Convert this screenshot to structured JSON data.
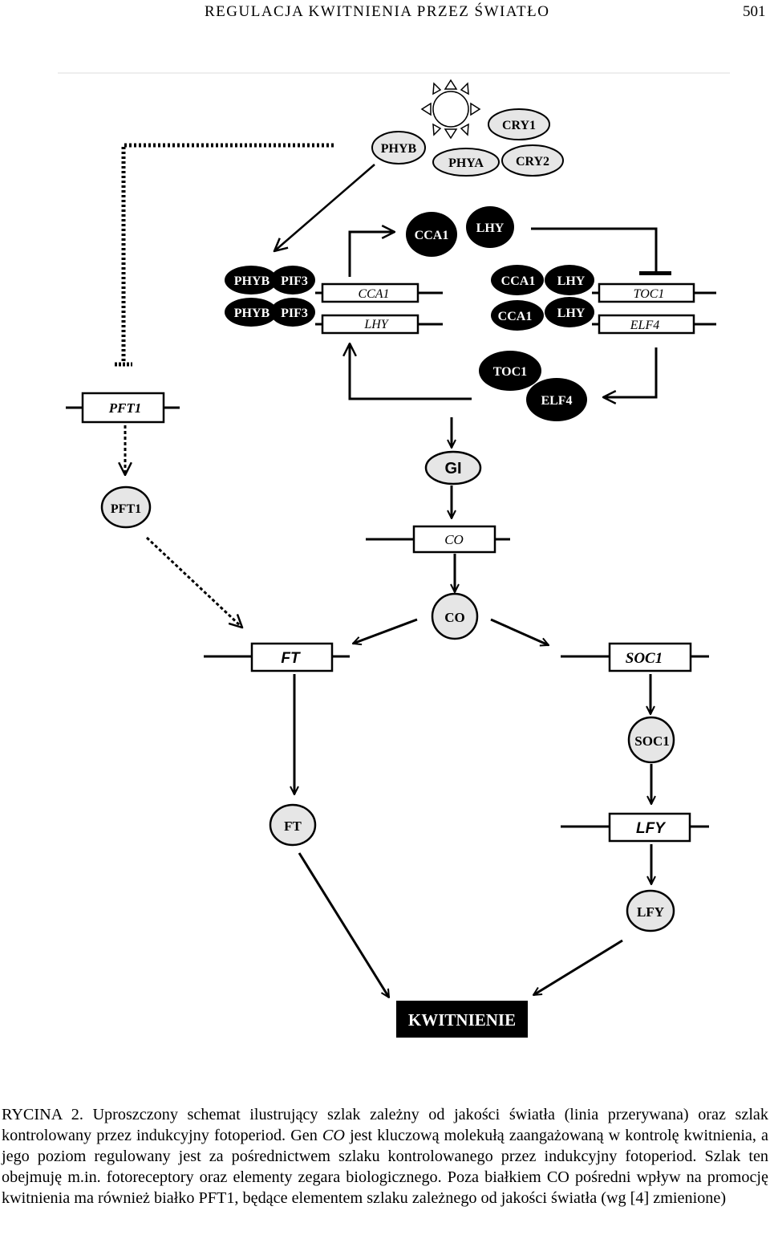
{
  "header": {
    "title": "REGULACJA  KWITNIENIA  PRZEZ  ŚWIATŁO",
    "page_number": "501"
  },
  "diagram": {
    "photoreceptors": {
      "phyb": "PHYB",
      "phya": "PHYA",
      "cry1": "CRY1",
      "cry2": "CRY2"
    },
    "complexes": {
      "phyb_1": "PHYB",
      "pif3_1": "PIF3",
      "phyb_2": "PHYB",
      "pif3_2": "PIF3",
      "cca1_1": "CCA1",
      "lhy_1": "LHY",
      "cca1_2": "CCA1",
      "lhy_2": "LHY"
    },
    "clock_proteins": {
      "cca1": "CCA1",
      "lhy": "LHY",
      "toc1": "TOC1",
      "elf4": "ELF4"
    },
    "genes": {
      "cca1": "CCA1",
      "lhy": "LHY",
      "toc1": "TOC1",
      "elf4": "ELF4",
      "pft1": "PFT1",
      "co": "CO",
      "ft": "FT",
      "soc1": "SOC1",
      "lfy": "LFY"
    },
    "proteins": {
      "gi": "GI",
      "pft1": "PFT1",
      "co": "CO",
      "ft": "FT",
      "soc1": "SOC1",
      "lfy": "LFY"
    },
    "output": "KWITNIENIE"
  },
  "caption": {
    "part1": "RYCINA 2. Uproszczony schemat ilustrujący szlak zależny od jakości światła (linia przerywana) oraz szlak kontrolowany przez indukcyjny fotoperiod. Gen ",
    "italic": "CO",
    "part2": " jest kluczową molekułą zaangażowaną w kontrolę kwitnienia, a jego poziom regulowany jest za pośrednictwem szlaku kontrolowanego przez indukcyjny fotoperiod. Szlak ten obejmuję m.in. fotoreceptory oraz elementy zegara biologicznego. Poza białkiem CO pośredni wpływ na promocję kwitnienia ma również białko PFT1, będące elementem szlaku zależnego od jakości światła (wg [4] zmienione)"
  }
}
